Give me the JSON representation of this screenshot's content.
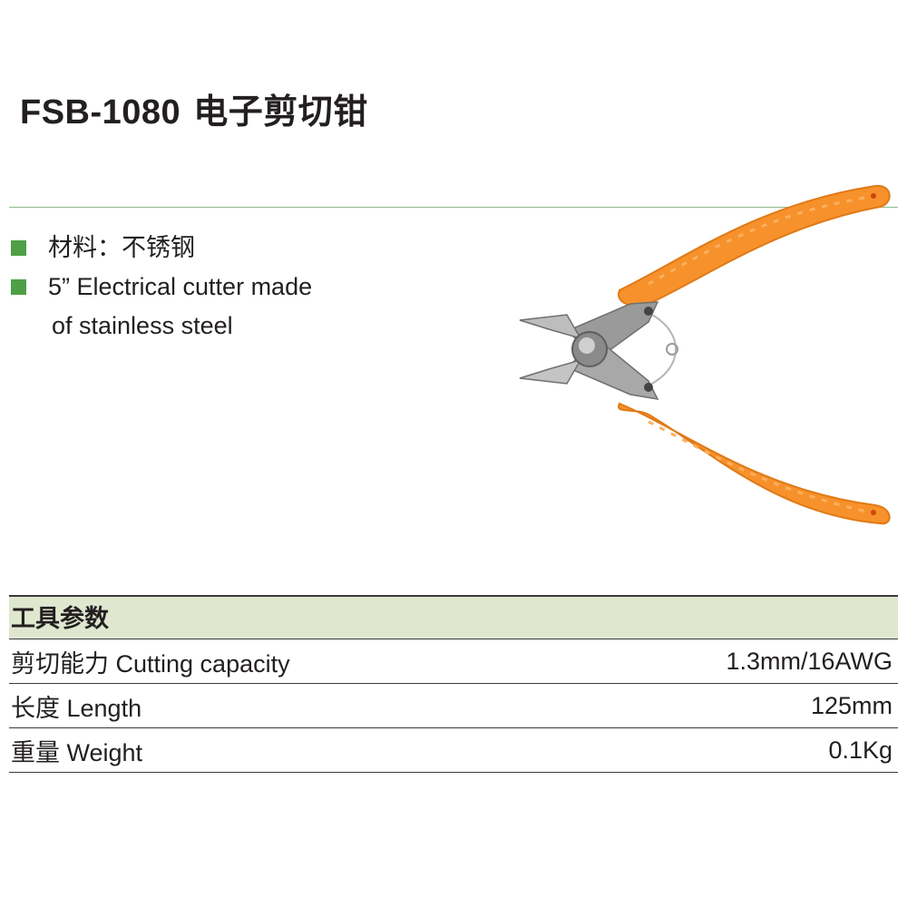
{
  "product": {
    "model": "FSB-1080",
    "name_cn": "电子剪切钳"
  },
  "features": [
    {
      "text": "材料：不锈钢"
    },
    {
      "text": "5” Electrical cutter made",
      "continuation": "of stainless steel"
    }
  ],
  "specs": {
    "header": "工具参数",
    "rows": [
      {
        "label": "剪切能力 Cutting capacity",
        "value": "1.3mm/16AWG"
      },
      {
        "label": "长度 Length",
        "value": "125mm"
      },
      {
        "label": "重量 Weight",
        "value": "0.1Kg"
      }
    ]
  },
  "colors": {
    "bullet": "#4f9f46",
    "rule": "#8fb98f",
    "header_bg": "#dfe7cf",
    "handle": "#f7912b",
    "metal": "#9a9a9a"
  },
  "icons": {
    "tool_image": "electronic-cutter-pliers"
  }
}
